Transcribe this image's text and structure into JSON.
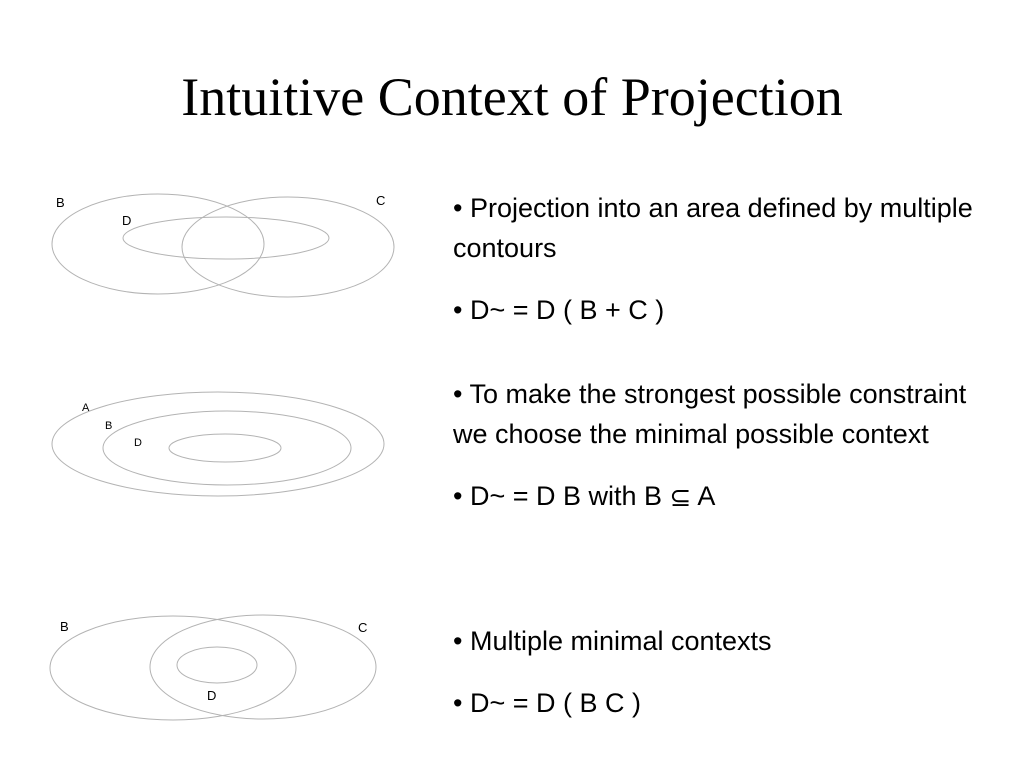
{
  "slide": {
    "title": "Intuitive Context of Projection"
  },
  "diagrams": [
    {
      "labels": {
        "B": "B",
        "C": "C",
        "D": "D"
      }
    },
    {
      "labels": {
        "A": "A",
        "B": "B",
        "D": "D"
      }
    },
    {
      "labels": {
        "B": "B",
        "C": "C",
        "D": "D"
      }
    }
  ],
  "sections": [
    {
      "bullets": [
        "• Projection into an area defined by multiple contours",
        "• D~ = D ( B + C )"
      ]
    },
    {
      "bullets": [
        "• To make the strongest possible constraint we choose the minimal possible context"
      ],
      "formula": {
        "prefix": "• D~ = D B with B ",
        "symbol": "⊆",
        "suffix": " A"
      }
    },
    {
      "bullets": [
        "• Multiple minimal contexts",
        "• D~ = D ( B C )"
      ]
    }
  ]
}
